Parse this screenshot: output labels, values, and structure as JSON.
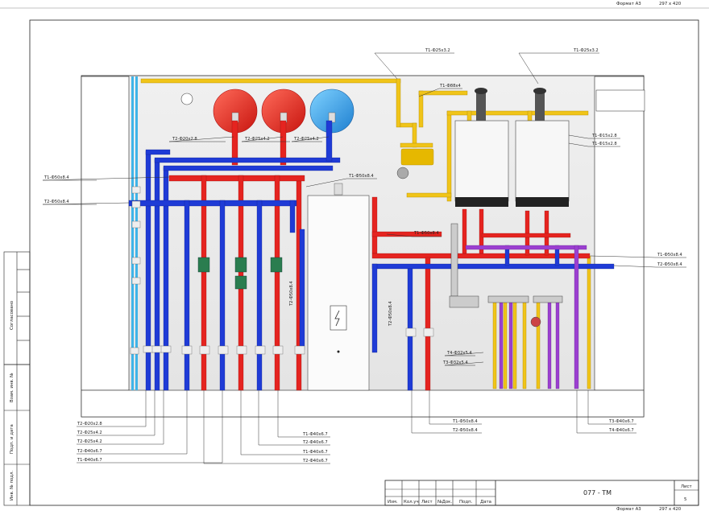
{
  "header": {
    "format_label": "Формат А3",
    "format_size": "297 x 420"
  },
  "footer": {
    "format_label": "Формат А3",
    "format_size": "297 x 420"
  },
  "side_stamp": {
    "agreed": "Согласовано",
    "inv_sub": "Взам. инв. №",
    "sign_date": "Подп. и дата",
    "inv_orig": "Инв. № подл."
  },
  "title_block": {
    "code": "077 - ТМ",
    "sheet_label": "Лист",
    "sheet_number": "5",
    "columns": [
      "Изм.",
      "Кол.уч",
      "Лист",
      "№Док.",
      "Подп.",
      "Дата"
    ]
  },
  "labels": {
    "t1_25_top_left": "Т1-Ф25х3.2",
    "t1_25_top_right": "Т1-Ф25х3.2",
    "t1_88": "Т1-Ф88х4",
    "t2_20_top": "Т2-Ф20х2.8",
    "t2_25_a": "Т2-Ф25х4.2",
    "t2_25_b": "Т2-Ф25х4.2",
    "t1_15": "Т1-Ф15х2.8",
    "t2_15": "Т1-Ф15х2.8",
    "t1_50_left": "Т1-Ф50х8.4",
    "t2_50_left": "Т2-Ф50х8.4",
    "t1_50_mid": "Т1-Ф50х8.4",
    "t2_50_vert": "Т2-Ф50х8.4",
    "t1_50_mid2": "Т1-Ф50х8.4",
    "t2_50_vert2": "Т2-Ф50х8.4",
    "t1_50_right": "Т1-Ф50х8.4",
    "t2_50_right": "Т2-Ф50х8.4",
    "t4_32": "Т4-Ф32х5.4",
    "t3_32": "Т3-Ф32х5.4",
    "b_t2_20": "Т2-Ф20х2.8",
    "b_t2_25a": "Т2-Ф25х4.2",
    "b_t2_25b": "Т2-Ф25х4.2",
    "b_t2_40": "Т2-Ф40х6.7",
    "b_t1_40": "Т1-Ф40х6.7",
    "b_t1_40m": "Т1-Ф40х6.7",
    "b_t2_40m": "Т2-Ф40х6.7",
    "b_t1_40m2": "Т1-Ф40х6.7",
    "b_t2_40m2": "Т2-Ф40х6.7",
    "b_t1_50": "Т1-Ф50х8.4",
    "b_t2_50": "Т2-Ф50х8.4",
    "b_t3_40": "Т3-Ф40х6.7",
    "b_t4_40": "Т4-Ф40х6.7"
  },
  "colors": {
    "supply": "#e52420",
    "return": "#1f3bd6",
    "gas": "#f0c419",
    "hot_water": "#9b3fd0",
    "cyan": "#3fb4e8"
  }
}
